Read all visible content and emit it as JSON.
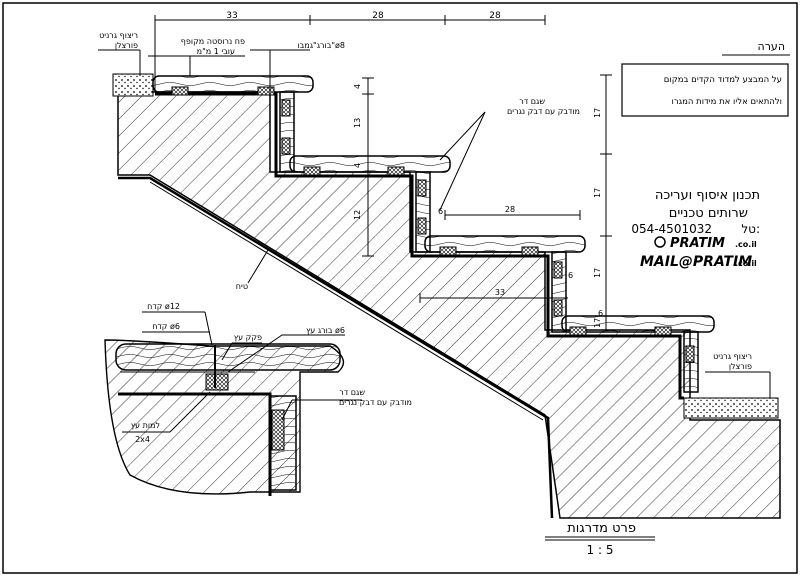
{
  "title": {
    "main": "פרט מדרגות",
    "scale": "1 : 5"
  },
  "note": {
    "header": "הערה",
    "line1": "על המבצע למדוד הקדים במקום",
    "line2": "ולהתאים אליו את מידות המגרו"
  },
  "company": {
    "line1": "תכנון איסוף ועריכה",
    "line2": "שרותים טכניים",
    "phone_label": "טל:",
    "phone": "054-4501032",
    "logo_text": "PRATIM",
    "logo_suffix": ".co.il",
    "mail_text": "MAIL@PRATIM",
    "mail_suffix": ".co.il"
  },
  "dimensions": {
    "top_33": "33",
    "top_28a": "28",
    "top_28b": "28",
    "left_4a": "4",
    "left_13": "13",
    "left_4b": "4",
    "left_12": "12",
    "right_17a": "17",
    "right_17b": "17",
    "right_17c": "17",
    "right_17d": "17",
    "mid_28": "28",
    "mid_33": "33",
    "six_a": "6",
    "six_b": "6",
    "six_c": "6"
  },
  "labels": {
    "tile_floor_left_1": "ריצוף גרניט",
    "tile_floor_left_2": "פורצלן",
    "plywood_1": "פח נרוסטה מקופף",
    "plywood_2": "עובי 1 מ\"מ",
    "bolt_top": "בורג\"גמבו\"ø8",
    "shim_1": "שגם דר",
    "shim_2": "מודבק עם דבק נגרים",
    "plaster": "טיח",
    "tile_floor_right_1": "ריצוף גרניט",
    "tile_floor_right_2": "פורצלן",
    "drill_12": "קדח ø12",
    "drill_6": "קדח ø6",
    "wood_plug": "פקק עץ",
    "wood_bolt": "בורג עץ ø6",
    "shim_detail_1": "שגם דר",
    "shim_detail_2": "מודבק עם דבק נגרים",
    "wood_slat_1": "למות עץ",
    "wood_slat_2": "2x4"
  }
}
